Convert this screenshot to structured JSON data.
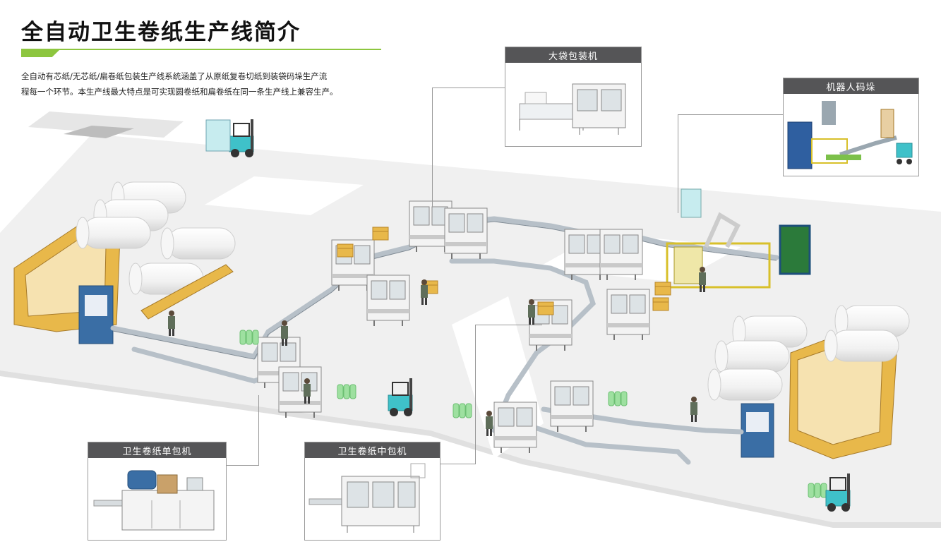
{
  "page": {
    "title": "全自动卫生卷纸生产线简介",
    "intro_line1": "全自动有芯纸/无芯纸/扁卷纸包装生产线系统涵盖了从原纸复卷切纸到装袋码垛生产流",
    "intro_line2": "程每一个环节。本生产线最大特点是可实现圆卷纸和扁卷纸在同一条生产线上兼容生产。"
  },
  "callouts": {
    "big_bag": "大袋包装机",
    "robot": "机器人码垛",
    "single": "卫生卷纸单包机",
    "middle": "卫生卷纸中包机"
  },
  "colors": {
    "accent_green": "#8dc63f",
    "label_header": "#555557",
    "frame_yellow": "#e8b84a",
    "forklift_cyan": "#3fc1c9",
    "panel_blue": "#3a6ea5",
    "product_green": "#9ee0a0"
  }
}
